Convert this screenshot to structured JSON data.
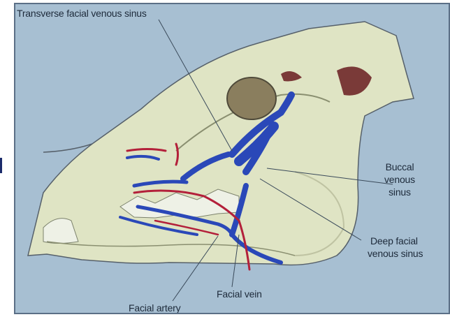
{
  "labels": {
    "transverse_facial_venous_sinus": "Transverse facial venous sinus",
    "buccal_line1": "Buccal",
    "buccal_line2": "venous",
    "buccal_line3": "sinus",
    "deep_facial_line1": "Deep facial",
    "deep_facial_line2": "venous sinus",
    "facial_vein": "Facial vein",
    "facial_artery": "Facial artery"
  },
  "colors": {
    "background": "#a7bfd2",
    "skull": "#dfe4c4",
    "vein": "#2a48b8",
    "artery": "#b3203a",
    "outline": "#56606a"
  }
}
